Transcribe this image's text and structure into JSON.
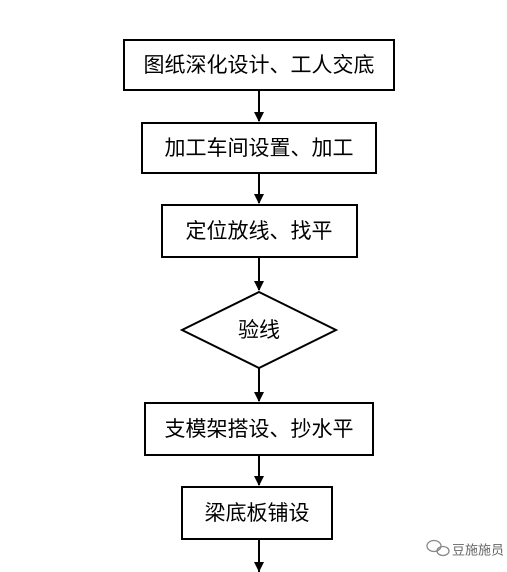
{
  "flowchart": {
    "steps": [
      "图纸深化设计、工人交底",
      "加工车间设置、加工",
      "定位放线、找平",
      "验线",
      "支模架搭设、抄水平",
      "梁底板铺设"
    ],
    "step_shapes": [
      "rect",
      "rect",
      "rect",
      "diamond",
      "rect",
      "rect"
    ]
  },
  "watermark": {
    "text": "豆施施员",
    "icon": "wechat-icon"
  },
  "colors": {
    "stroke": "#000000",
    "background": "#ffffff",
    "watermark": "#666666"
  }
}
